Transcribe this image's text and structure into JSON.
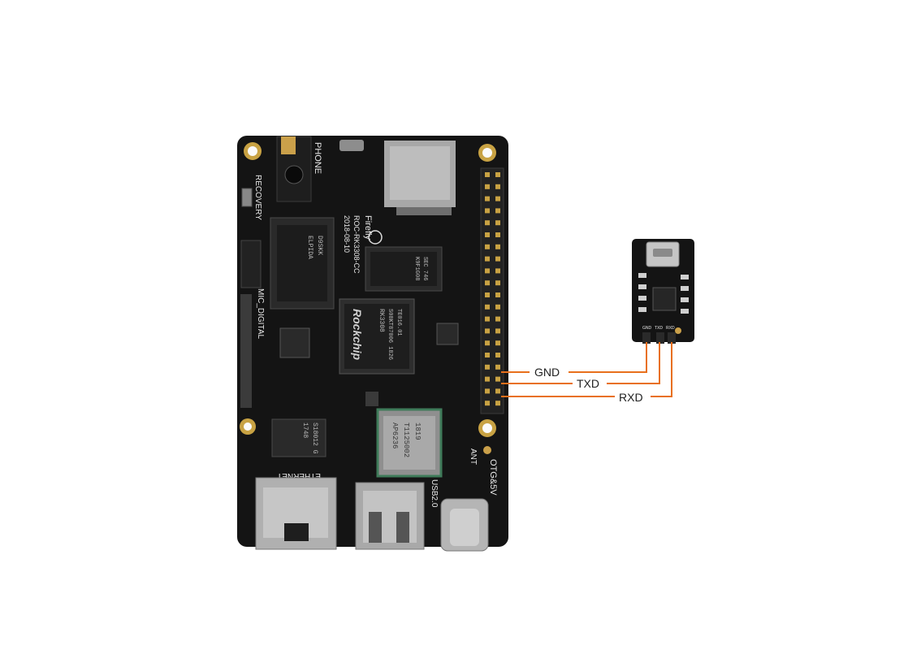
{
  "board": {
    "brand_line1": "Firefly",
    "brand_line2": "ROC-RK3308-CC",
    "brand_line3": "2018-08-10",
    "label_phone": "PHONE",
    "label_recovery": "RECOVERY",
    "label_mic": "MIC_DIGITAL",
    "label_ethernet": "ETHERNET",
    "label_usb": "USB2.0",
    "label_ant": "ANT",
    "label_otg": "OTG&5V",
    "soc_logo": "Rockchip",
    "soc_line1": "RK3308",
    "soc_line2": "S08KT87006 1826",
    "soc_line3": "TE016.01",
    "ram_line1": "D9SKK",
    "ram_line2": "ELPIDA",
    "flash_line1": "SEC 746",
    "flash_line2": "K9F1G08",
    "wifi_line1": "AP6236",
    "wifi_line2": "T1125002",
    "wifi_line3": "1819",
    "eth_chip_line1": "S18012 G",
    "eth_chip_line2": "1748"
  },
  "module": {
    "pin1": "GND",
    "pin2": "TXD",
    "pin3": "RXD"
  },
  "wires": {
    "gnd": "GND",
    "txd": "TXD",
    "rxd": "RXD",
    "color": "#e8701c"
  }
}
